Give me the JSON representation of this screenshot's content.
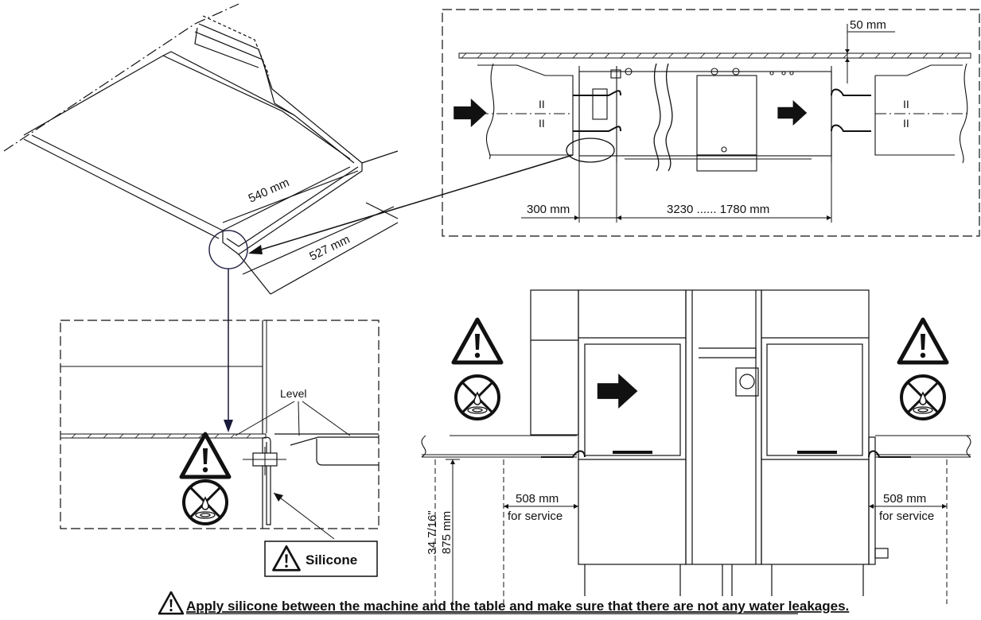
{
  "top_view": {
    "dim_height": "50 mm",
    "dim_left": "300 mm",
    "dim_main": "3230 ...... 1780 mm"
  },
  "iso_view": {
    "dim_width": "540 mm",
    "dim_depth": "527 mm"
  },
  "detail_view": {
    "level_label": "Level",
    "silicone_label": "Silicone"
  },
  "front_view": {
    "service_left_value": "508 mm",
    "service_left_note": "for service",
    "service_right_value": "508 mm",
    "service_right_note": "for service",
    "height_in": "34 7/16\"",
    "height_mm": "875 mm"
  },
  "footer_note": "Apply silicone between the machine and the table and make sure that there are not any water leakages.",
  "icons": [
    "warning-triangle-icon",
    "no-water-leak-icon",
    "flow-arrow-icon"
  ]
}
